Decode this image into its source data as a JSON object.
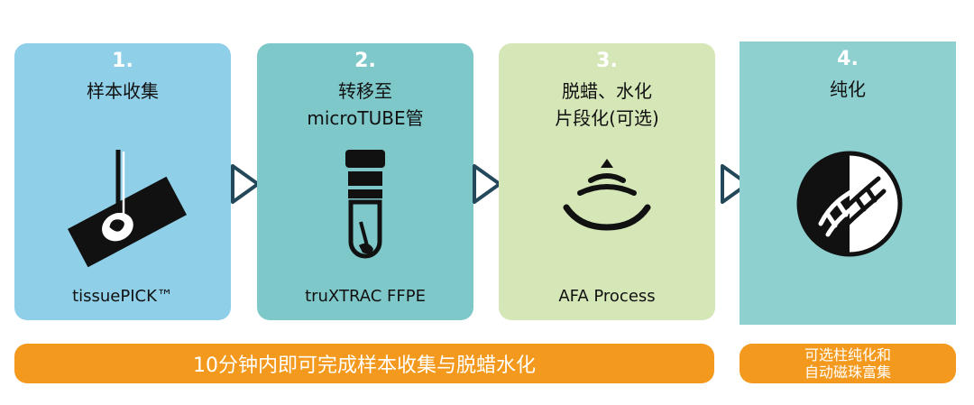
{
  "steps": [
    {
      "number": "1.",
      "title": "样本收集",
      "footer": "tissuePICK™"
    },
    {
      "number": "2.",
      "title": "转移至\nmicroTUBE管",
      "footer": "truXTRAC FFPE"
    },
    {
      "number": "3.",
      "title": "脱蜡、水化\n片段化(可选)",
      "footer": "AFA Process"
    },
    {
      "number": "4.",
      "title": "纯化",
      "footer": ""
    }
  ],
  "bars": {
    "left_text": "10分钟内即可完成样本收集与脱蜡水化",
    "right_text": "可选柱纯化和\n自动磁珠富集"
  },
  "colors": {
    "step1": "#8fcfe8",
    "step2": "#7fc8ca",
    "step3": "#d5e6b7",
    "step4": "#8ecfd0",
    "bar": "#f39a1e"
  }
}
